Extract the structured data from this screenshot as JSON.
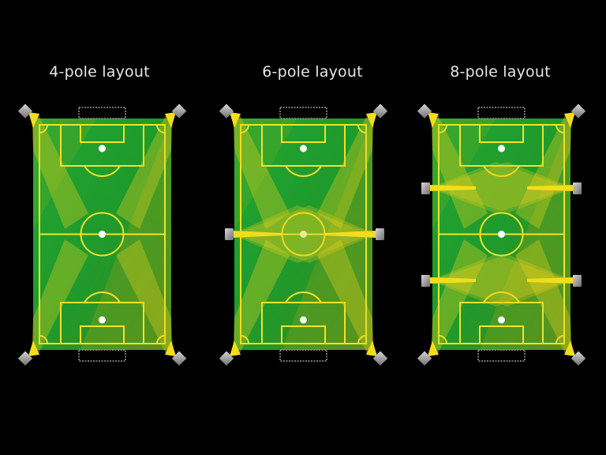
{
  "colors": {
    "background": "#000000",
    "field_green": "#1e9a2e",
    "field_dark": "#3f8a1e",
    "line_yellow": "#f2e22a",
    "light_beam": "#e8d21c",
    "pole_gray": "#a8a8a8",
    "spot_white": "#ffffff",
    "title_text": "#e6e6e6"
  },
  "diagrams": [
    {
      "title": "4-pole layout",
      "pole_count": 4,
      "pole_positions": [
        "top-left",
        "top-right",
        "bottom-left",
        "bottom-right"
      ]
    },
    {
      "title": "6-pole layout",
      "pole_count": 6,
      "pole_positions": [
        "top-left",
        "top-right",
        "mid-left",
        "mid-right",
        "bottom-left",
        "bottom-right"
      ]
    },
    {
      "title": "8-pole layout",
      "pole_count": 8,
      "pole_positions": [
        "top-left",
        "top-right",
        "upper-mid-left",
        "upper-mid-right",
        "lower-mid-left",
        "lower-mid-right",
        "bottom-left",
        "bottom-right"
      ]
    }
  ]
}
